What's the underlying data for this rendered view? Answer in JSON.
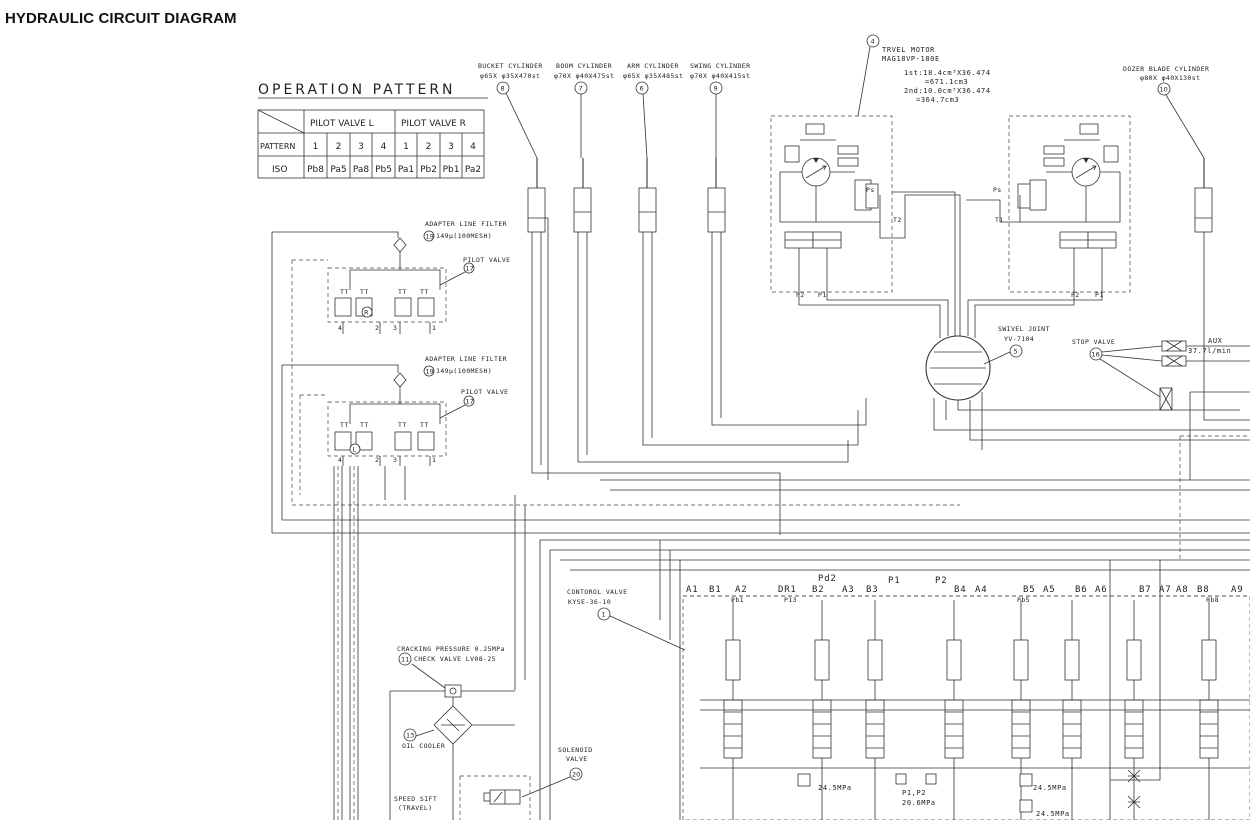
{
  "title": "HYDRAULIC CIRCUIT DIAGRAM",
  "operation_pattern": {
    "title": "OPERATION PATTERN",
    "group_l": "PILOT VALVE L",
    "group_r": "PILOT VALVE R",
    "row_header_pattern": "PATTERN",
    "row_header_iso": "ISO",
    "pattern_numbers": [
      "1",
      "2",
      "3",
      "4",
      "1",
      "2",
      "3",
      "4"
    ],
    "iso_values": [
      "Pb8",
      "Pa5",
      "Pa8",
      "Pb5",
      "Pa1",
      "Pb2",
      "Pb1",
      "Pa2"
    ]
  },
  "cylinders": [
    {
      "name": "BUCKET CYLINDER",
      "spec": "φ65X φ35X470st",
      "num": "8"
    },
    {
      "name": "BOOM CYLINDER",
      "spec": "φ70X φ40X475st",
      "num": "7"
    },
    {
      "name": "ARM CYLINDER",
      "spec": "φ65X φ35X485st",
      "num": "6"
    },
    {
      "name": "SWING CYLINDER",
      "spec": "φ70X φ40X415st",
      "num": "9"
    }
  ],
  "travel_motor": {
    "num": "4",
    "title": "TRVEL MOTOR",
    "model": "MAG18VP-180E",
    "line1": "1st:18.4cm³X36.474",
    "line2": "=671.1cm3",
    "line3": "2nd:10.0cm³X36.474",
    "line4": "=364.7cm3"
  },
  "dozer": {
    "name": "DOZER BLADE CYLINDER",
    "spec": "φ80X φ40X130st",
    "num": "10"
  },
  "filters": [
    {
      "name": "ADAPTER LINE FILTER",
      "spec": "149μ(100MESH)",
      "num": "19"
    },
    {
      "name": "ADAPTER LINE FILTER",
      "spec": "149μ(100MESH)",
      "num": "19"
    }
  ],
  "pilot_valves": [
    {
      "name": "PILOT VALVE",
      "num": "17",
      "letter": "R"
    },
    {
      "name": "PILOT VALVE",
      "num": "17",
      "letter": "L"
    }
  ],
  "swivel_joint": {
    "name": "SWIVEL JOINT",
    "model": "YV-7104",
    "num": "5"
  },
  "stop_valve": {
    "name": "STOP VALVE",
    "num": "16"
  },
  "aux": {
    "label": "AUX",
    "flow": "37.7l/min"
  },
  "control_valve": {
    "name": "CONTOROL VALVE",
    "model": "KYSE-36-10",
    "num": "1"
  },
  "check_valve": {
    "line1": "CRACKING PRESSURE 0.25MPa",
    "line2": "CHECK VALVE LV08-25",
    "num": "11"
  },
  "oil_cooler": {
    "name": "OIL COOLER",
    "num": "13"
  },
  "solenoid": {
    "line1": "SOLENOID",
    "line2": "VALVE",
    "num": "20"
  },
  "speed_shift": {
    "line1": "SPEED SIFT",
    "line2": "(TRAVEL)"
  },
  "port_labels": {
    "motor_left": [
      "Ps",
      "T2",
      "P2",
      "P1"
    ],
    "motor_right": [
      "Ps",
      "T1",
      "P2",
      "P1"
    ],
    "cv_ports": [
      "A1",
      "B1",
      "A2",
      "DR1",
      "Pd2",
      "B2",
      "A3",
      "B3",
      "P1",
      "P2",
      "B4",
      "A4",
      "B5",
      "A5",
      "B6",
      "A6",
      "B7",
      "A7",
      "A8",
      "B8",
      "A9"
    ],
    "cv_sub": [
      "Pb1",
      "P13",
      "Pb5",
      "Pb8"
    ],
    "pilot_ports": [
      "4",
      "2",
      "3",
      "1"
    ],
    "tt": "TT"
  },
  "pressures": {
    "p_main": "24.5MPa",
    "p12_label": "P1,P2",
    "p12_value": "20.6MPa"
  }
}
